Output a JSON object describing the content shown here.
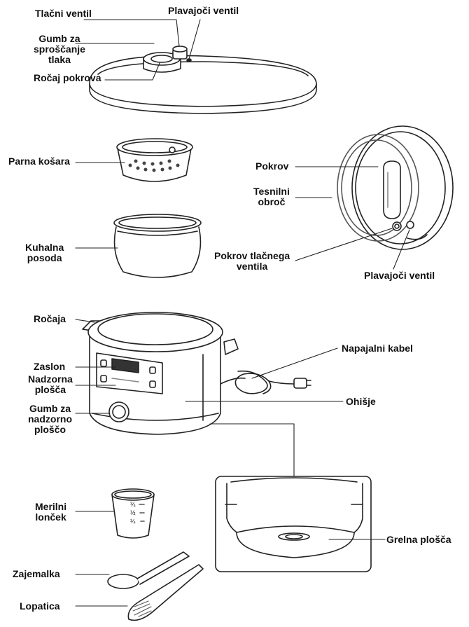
{
  "labels": {
    "tlacni_ventil": "Tlačni ventil",
    "plavajoci_ventil_top": "Plavajoči ventil",
    "gumb_sproscanje": [
      "Gumb za",
      "sproščanje",
      "tlaka"
    ],
    "rocaj_pokrova": "Ročaj pokrova",
    "parna_kosara": "Parna košara",
    "kuhalna_posoda": [
      "Kuhalna",
      "posoda"
    ],
    "pokrov": "Pokrov",
    "tesnilni_obroc": [
      "Tesnilni",
      "obroč"
    ],
    "pokrov_tlacnega_ventila": [
      "Pokrov tlačnega",
      "ventila"
    ],
    "plavajoci_ventil_right": "Plavajoči ventil",
    "rocaja": "Ročaja",
    "napajalni_kabel": "Napajalni kabel",
    "zaslon": "Zaslon",
    "nadzorna_plosca": [
      "Nadzorna",
      "plošča"
    ],
    "gumb_nadzorno": [
      "Gumb za",
      "nadzorno",
      "ploščo"
    ],
    "ohisje": "Ohišje",
    "grelna_plosca": "Grelna plošča",
    "merilni_loncek": [
      "Merilni",
      "lonček"
    ],
    "zajemalka": "Zajemalka",
    "lopatica": "Lopatica"
  },
  "cup_marks": [
    "¾",
    "½",
    "¼"
  ]
}
